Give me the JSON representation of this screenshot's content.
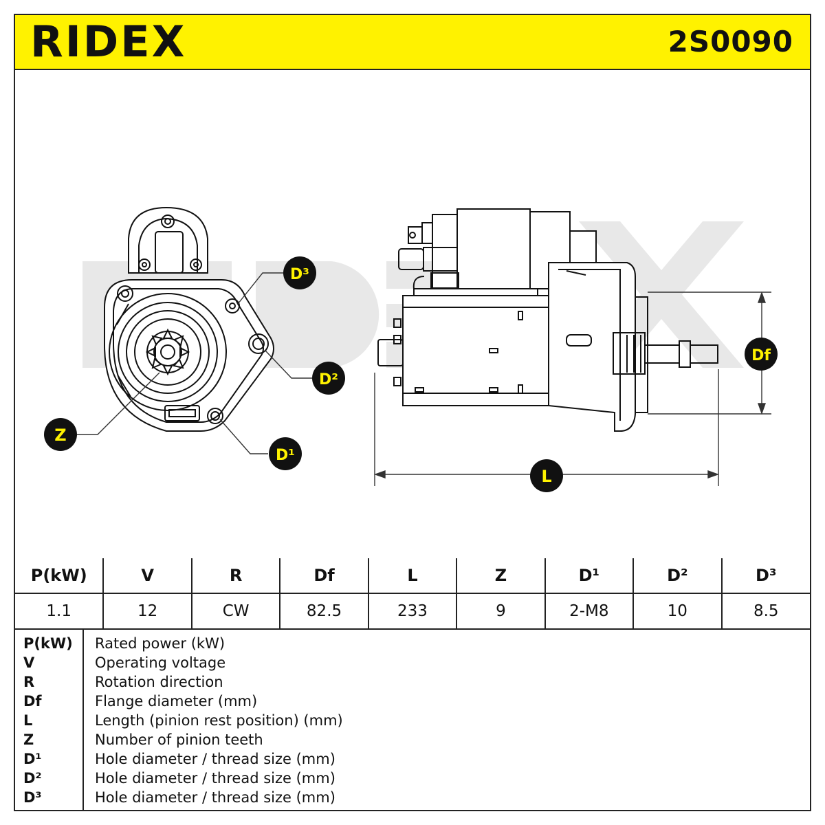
{
  "header": {
    "brand": "RIDEX",
    "part_number": "2S0090"
  },
  "callouts": {
    "d3": "D³",
    "d2": "D²",
    "d1": "D¹",
    "z": "Z",
    "df": "Df",
    "l": "L"
  },
  "colors": {
    "brand_yellow": "#fff200",
    "line": "#222222",
    "watermark": "#e6e6e6"
  },
  "spec_table": {
    "headers": [
      "P(kW)",
      "V",
      "R",
      "Df",
      "L",
      "Z",
      "D¹",
      "D²",
      "D³"
    ],
    "values": [
      "1.1",
      "12",
      "CW",
      "82.5",
      "233",
      "9",
      "2-M8",
      "10",
      "8.5"
    ]
  },
  "legend": [
    {
      "abbr": "P(kW)",
      "desc": "Rated power (kW)"
    },
    {
      "abbr": "V",
      "desc": "Operating voltage"
    },
    {
      "abbr": "R",
      "desc": "Rotation direction"
    },
    {
      "abbr": "Df",
      "desc": "Flange diameter (mm)"
    },
    {
      "abbr": "L",
      "desc": "Length (pinion rest position) (mm)"
    },
    {
      "abbr": "Z",
      "desc": "Number of pinion teeth"
    },
    {
      "abbr": "D¹",
      "desc": "Hole diameter / thread size (mm)"
    },
    {
      "abbr": "D²",
      "desc": "Hole diameter / thread size (mm)"
    },
    {
      "abbr": "D³",
      "desc": "Hole diameter / thread size (mm)"
    }
  ],
  "watermark": "RIDEX"
}
